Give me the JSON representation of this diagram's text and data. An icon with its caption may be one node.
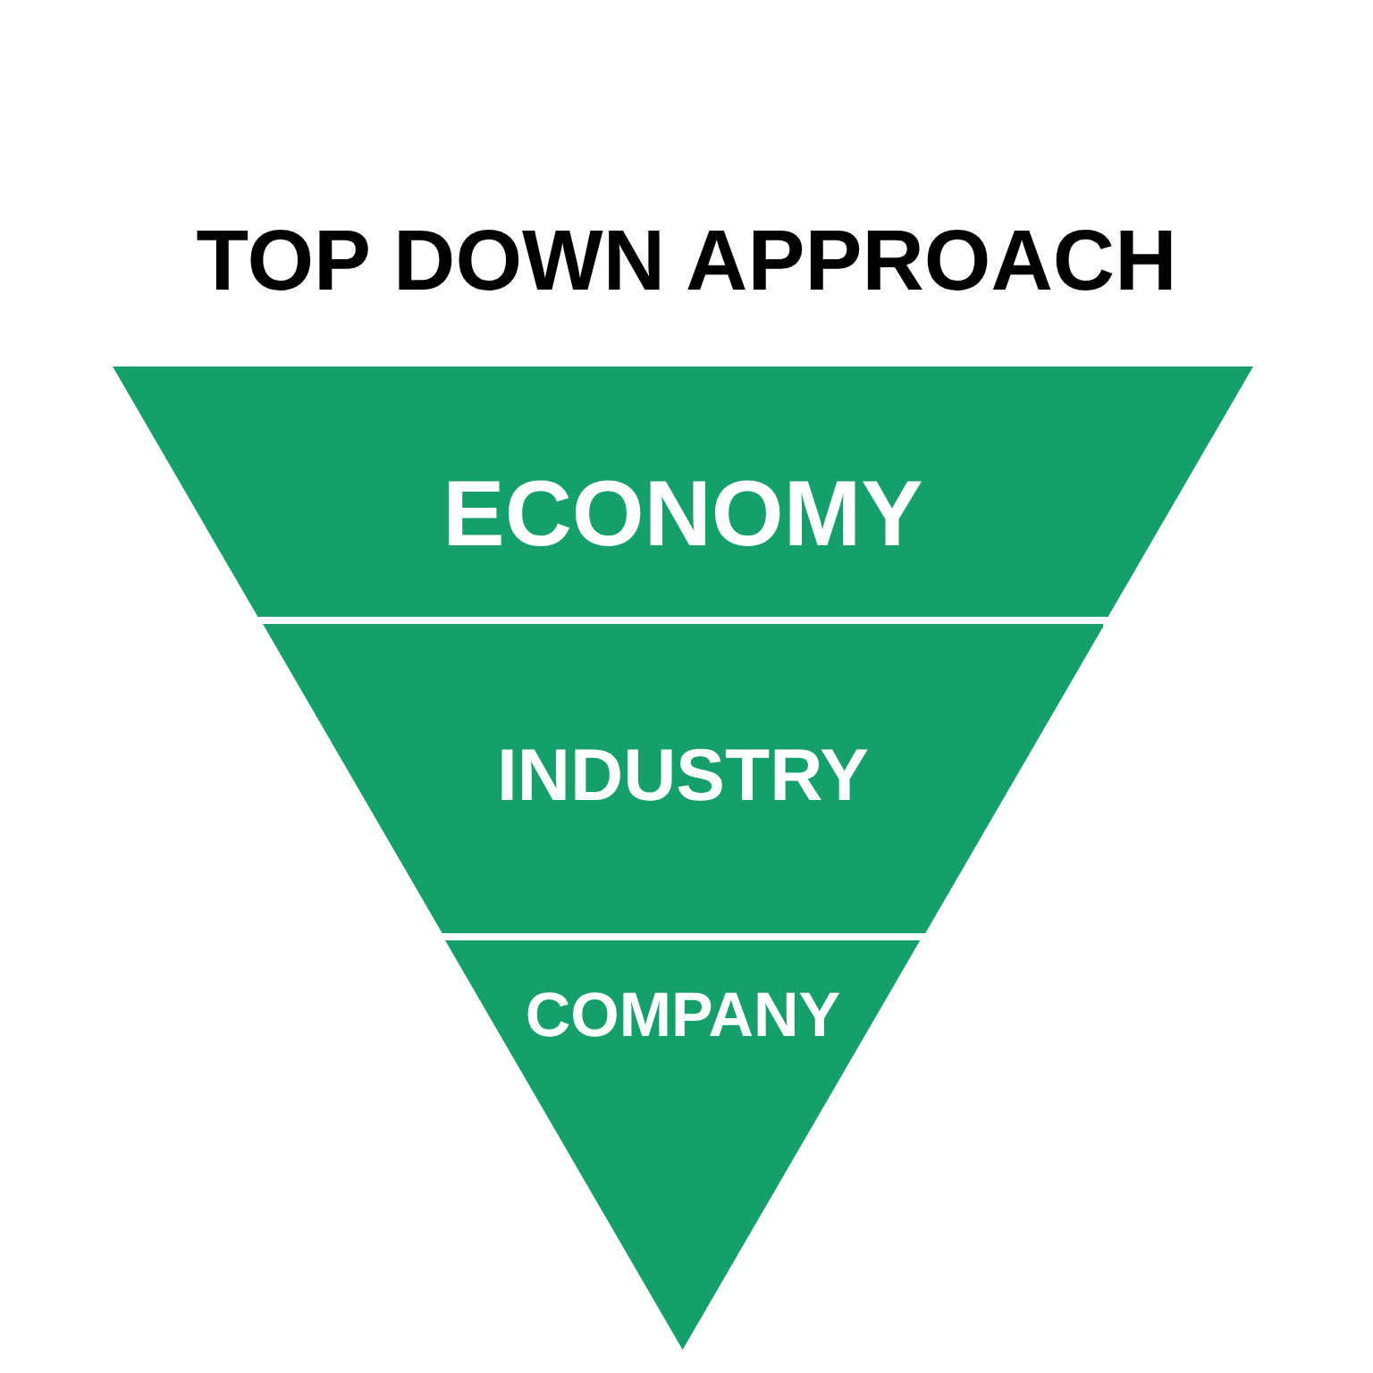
{
  "diagram": {
    "title": "TOP DOWN APPROACH",
    "nodes": [
      {
        "text": [
          "ECONOMY"
        ]
      },
      {
        "text": [
          "INDUSTRY"
        ]
      },
      {
        "text": [
          "COMPANY"
        ]
      }
    ]
  }
}
